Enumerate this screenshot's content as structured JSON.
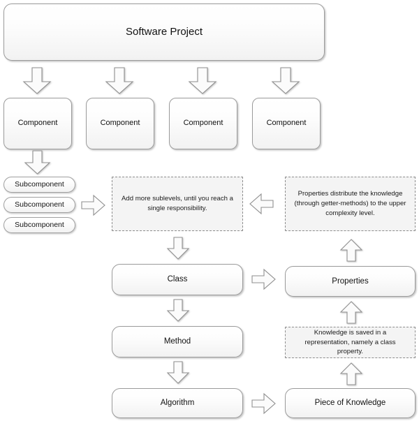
{
  "diagram": {
    "title_box": {
      "label": "Software Project"
    },
    "components": [
      {
        "label": "Component"
      },
      {
        "label": "Component"
      },
      {
        "label": "Component"
      },
      {
        "label": "Component"
      }
    ],
    "subcomponents": [
      {
        "label": "Subcomponent"
      },
      {
        "label": "Subcomponent"
      },
      {
        "label": "Subcomponent"
      }
    ],
    "notes": [
      {
        "id": "note-sublevels",
        "text": "Add more sublevels, until you reach a single responsibility."
      },
      {
        "id": "note-properties-distribute",
        "text": "Properties distribute the knowledge (through getter-methods) to the upper complexity level."
      },
      {
        "id": "note-knowledge-saved",
        "text": "Knowledge is saved in a representation, namely a class property."
      }
    ],
    "left_chain": [
      {
        "id": "class",
        "label": "Class"
      },
      {
        "id": "method",
        "label": "Method"
      },
      {
        "id": "algorithm",
        "label": "Algorithm"
      }
    ],
    "right_chain": [
      {
        "id": "properties",
        "label": "Properties"
      },
      {
        "id": "piece-of-knowledge",
        "label": "Piece of Knowledge"
      }
    ],
    "arrows": [
      {
        "id": "arrow-project-to-component-1",
        "direction": "down"
      },
      {
        "id": "arrow-project-to-component-2",
        "direction": "down"
      },
      {
        "id": "arrow-project-to-component-3",
        "direction": "down"
      },
      {
        "id": "arrow-project-to-component-4",
        "direction": "down"
      },
      {
        "id": "arrow-component-to-subcomponents",
        "direction": "down"
      },
      {
        "id": "arrow-subcomponents-to-note",
        "direction": "right"
      },
      {
        "id": "arrow-note-properties-to-note-sublevels",
        "direction": "left"
      },
      {
        "id": "arrow-note-sublevels-to-class",
        "direction": "down"
      },
      {
        "id": "arrow-class-to-properties",
        "direction": "right"
      },
      {
        "id": "arrow-properties-to-note",
        "direction": "up"
      },
      {
        "id": "arrow-class-to-method",
        "direction": "down"
      },
      {
        "id": "arrow-note-knowledge-to-properties",
        "direction": "up"
      },
      {
        "id": "arrow-method-to-algorithm",
        "direction": "down"
      },
      {
        "id": "arrow-algorithm-to-piece",
        "direction": "right"
      },
      {
        "id": "arrow-piece-to-note-knowledge",
        "direction": "up"
      }
    ],
    "colors": {
      "box_border": "#9b9b9b",
      "box_fill_top": "#ffffff",
      "box_fill_bottom": "#f2f2f2",
      "note_border": "#8d8d8d",
      "note_fill": "#f4f4f4",
      "arrow_fill": "#fbfbfb",
      "arrow_stroke": "#8f8f8f",
      "text": "#111111",
      "background": "#ffffff"
    }
  }
}
